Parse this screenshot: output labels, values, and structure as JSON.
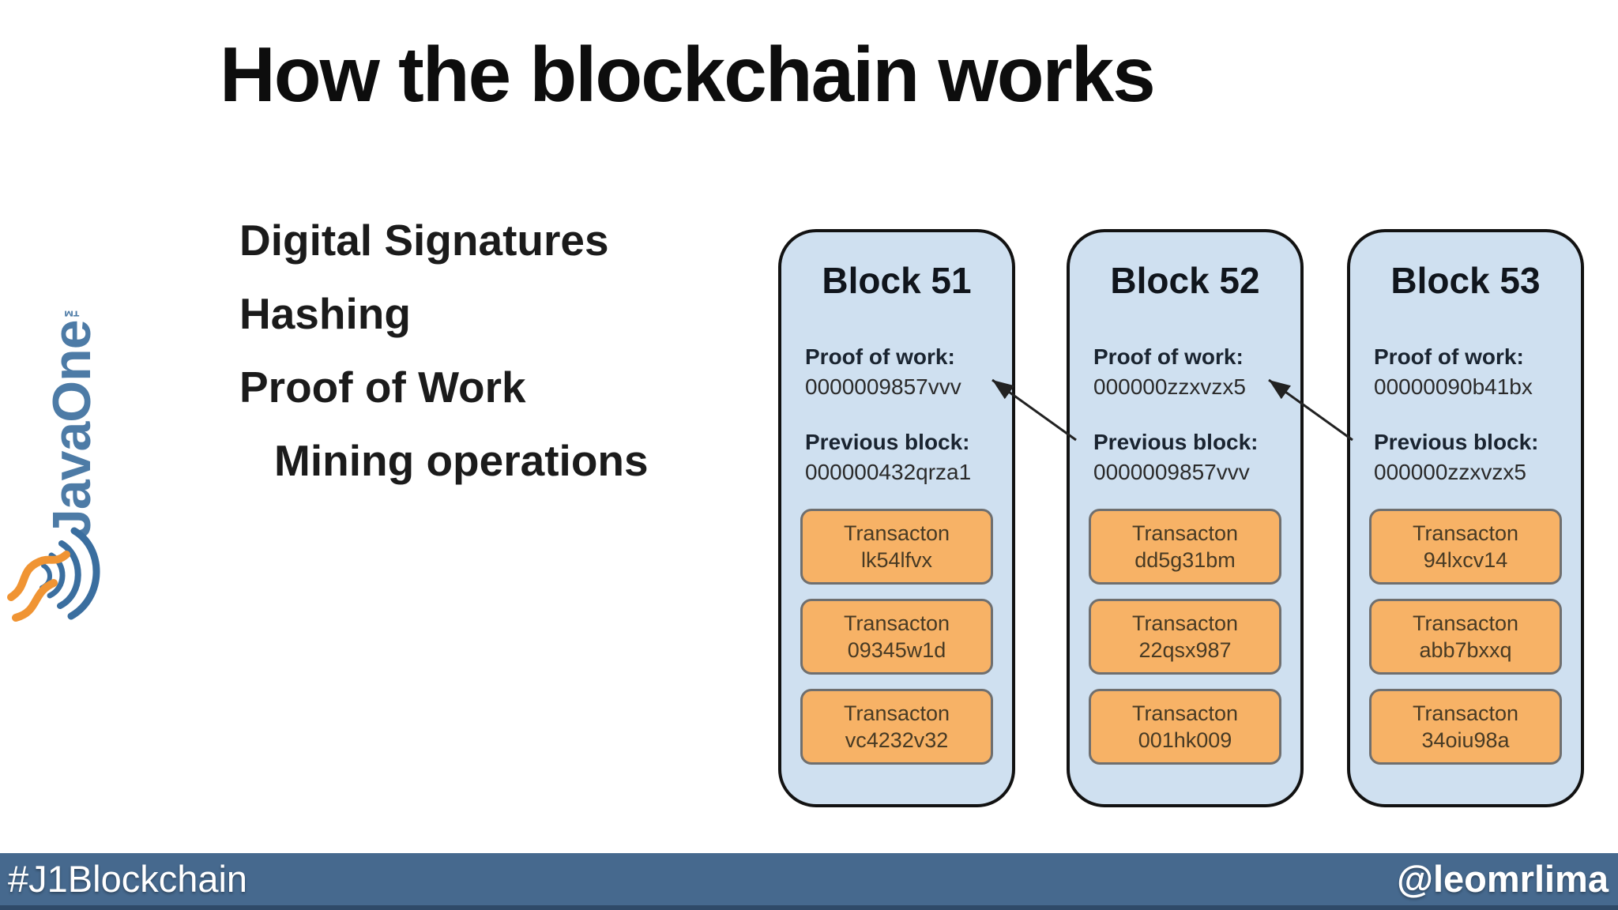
{
  "slide": {
    "title": "How the blockchain works",
    "bullets": [
      {
        "label": "Digital Signatures"
      },
      {
        "label": "Hashing"
      },
      {
        "label": "Proof of Work"
      },
      {
        "label": "Mining operations"
      }
    ]
  },
  "logo": {
    "brand": "JavaOne",
    "trademark": "™"
  },
  "diagram": {
    "blocks": [
      {
        "title": "Block 51",
        "proof_label": "Proof of work:",
        "proof_value": "0000009857vvv",
        "previous_label": "Previous block:",
        "previous_value": "000000432qrza1",
        "transactions": [
          {
            "label": "Transacton",
            "id": "lk54lfvx"
          },
          {
            "label": "Transacton",
            "id": "09345w1d"
          },
          {
            "label": "Transacton",
            "id": "vc4232v32"
          }
        ]
      },
      {
        "title": "Block 52",
        "proof_label": "Proof of work:",
        "proof_value": "000000zzxvzx5",
        "previous_label": "Previous block:",
        "previous_value": "0000009857vvv",
        "transactions": [
          {
            "label": "Transacton",
            "id": "dd5g31bm"
          },
          {
            "label": "Transacton",
            "id": "22qsx987"
          },
          {
            "label": "Transacton",
            "id": "001hk009"
          }
        ]
      },
      {
        "title": "Block 53",
        "proof_label": "Proof of work:",
        "proof_value": "00000090b41bx",
        "previous_label": "Previous block:",
        "previous_value": "000000zzxvzx5",
        "transactions": [
          {
            "label": "Transacton",
            "id": "94lxcv14"
          },
          {
            "label": "Transacton",
            "id": "abb7bxxq"
          },
          {
            "label": "Transacton",
            "id": "34oiu98a"
          }
        ]
      }
    ]
  },
  "footer": {
    "hashtag": "#J1Blockchain",
    "handle": "@leomrlima"
  },
  "colors": {
    "block_fill": "#cfe0f0",
    "transaction_fill": "#f7b266",
    "footer_bar": "#46698e",
    "javaone_blue": "#4d7ba6",
    "javaone_orange": "#f09433"
  }
}
